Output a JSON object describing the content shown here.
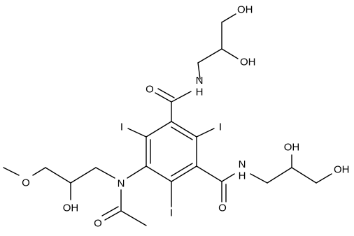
{
  "atom_labels": {
    "hydroxyl": "OH",
    "oxygen": "O",
    "amide_nh": "N\nH",
    "nitrogen": "N",
    "iodine": "I"
  },
  "colors": {
    "bond": "#000000",
    "label": "#000000",
    "background": "#ffffff"
  }
}
